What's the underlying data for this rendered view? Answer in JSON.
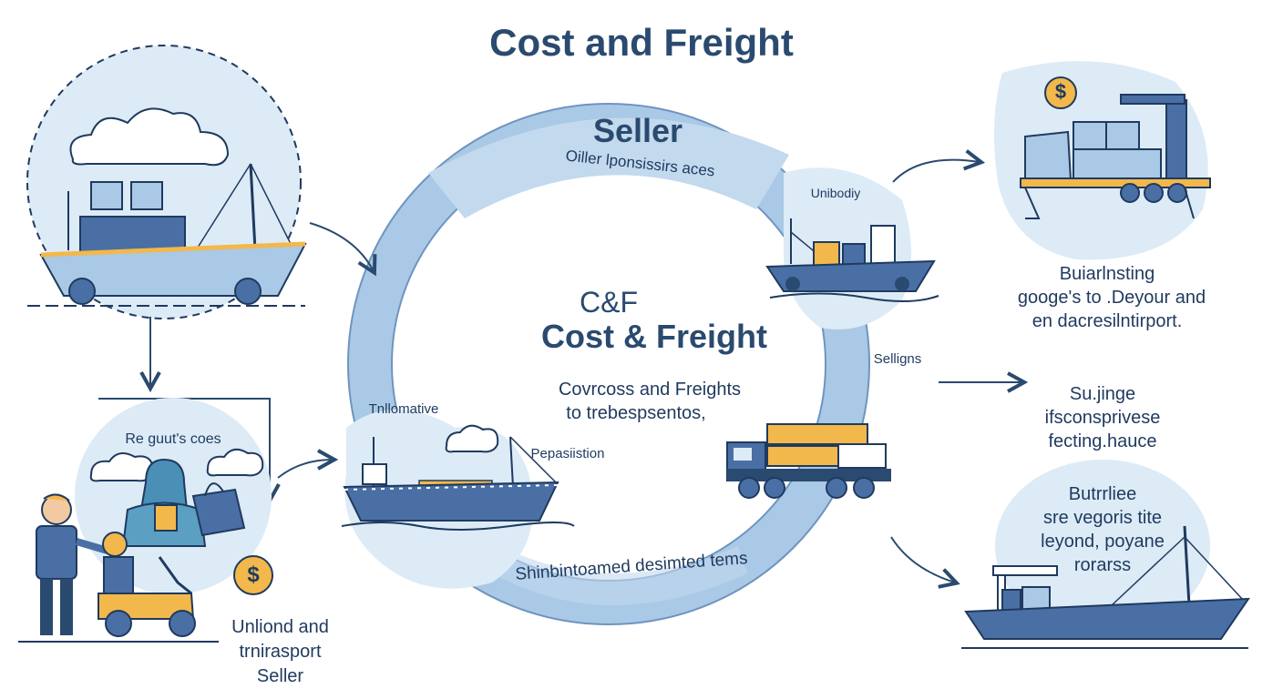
{
  "title": "Cost and Freight",
  "ring": {
    "seller_heading": "Seller",
    "seller_sub": "Oiller lponsissirs aces",
    "center_line1": "C&F",
    "center_line2": "Cost & Freight",
    "center_desc1": "Covrcoss and Freights",
    "center_desc2": "to trebespsentos,",
    "bottom_arc": "Shinbintoamed desimted tems",
    "right_label": "Selligns",
    "left_label": "Tnllomative",
    "ship_label": "Pepasiistion",
    "top_right_tag": "Unibodiy"
  },
  "left_panel": {
    "cloud_label": "Re guut's coes",
    "caption_line1": "Unliond and",
    "caption_line2": "trnirasport",
    "caption_line3": "Seller"
  },
  "right_panel": {
    "top_text_line1": "Buiarlnsting",
    "top_text_line2": "googe's to .Deyour and",
    "top_text_line3": "en dacresilntirport.",
    "mid_text_line1": "Su.jinge",
    "mid_text_line2": "ifsconsprivese",
    "mid_text_line3": "fecting.hauce",
    "bottom_text_line1": "Butrrliee",
    "bottom_text_line2": "sre vegoris tite",
    "bottom_text_line3": "leyond, poyane",
    "bottom_text_line4": "rorarss"
  },
  "icons": {
    "dollar_symbol": "$"
  },
  "colors": {
    "navy": "#2a4a6f",
    "ring_blue": "#a9c9e6",
    "hull_blue": "#4a6fa5",
    "light_blob": "#dcebf6",
    "accent_orange": "#f2b84b"
  }
}
